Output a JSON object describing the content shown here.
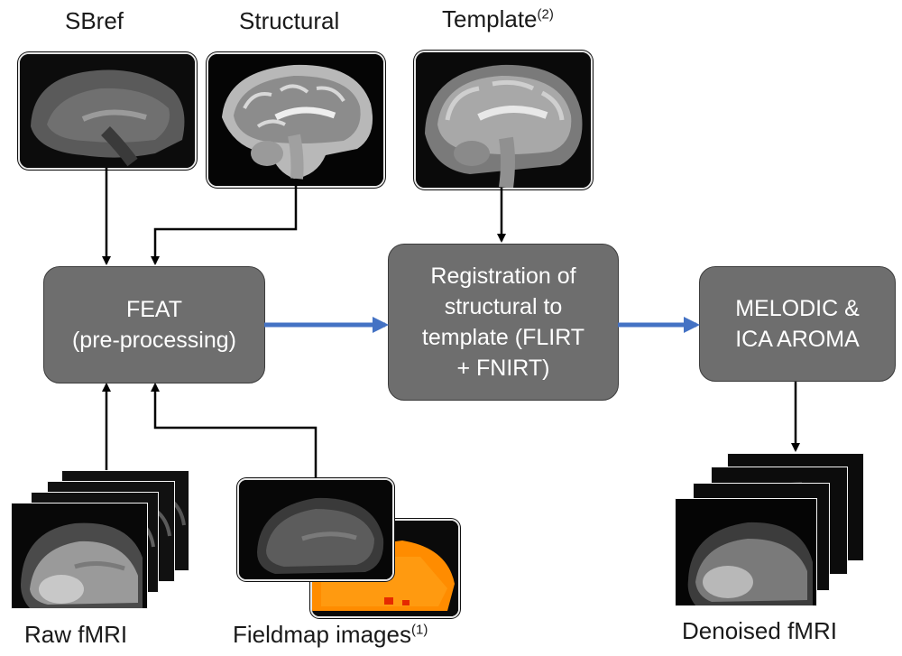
{
  "inputs": {
    "sbref": {
      "label": "SBref"
    },
    "structural": {
      "label": "Structural"
    },
    "template": {
      "label": "Template",
      "note": "(2)"
    },
    "raw_fmri": {
      "label": "Raw fMRI"
    },
    "fieldmap": {
      "label": "Fieldmap images",
      "note": "(1)"
    }
  },
  "steps": {
    "feat": {
      "line1": "FEAT",
      "line2": "(pre-processing)"
    },
    "registration": {
      "line1": "Registration of",
      "line2": "structural to",
      "line3": "template (FLIRT",
      "line4": "+ FNIRT)"
    },
    "melodic": {
      "line1": "MELODIC &",
      "line2": "ICA AROMA"
    }
  },
  "outputs": {
    "denoised": {
      "label": "Denoised fMRI"
    }
  },
  "colors": {
    "process_box": "#6e6e6e",
    "flow_arrow": "#4472c4",
    "input_arrow": "#000000",
    "fieldmap_phase": "#ff8c00"
  }
}
